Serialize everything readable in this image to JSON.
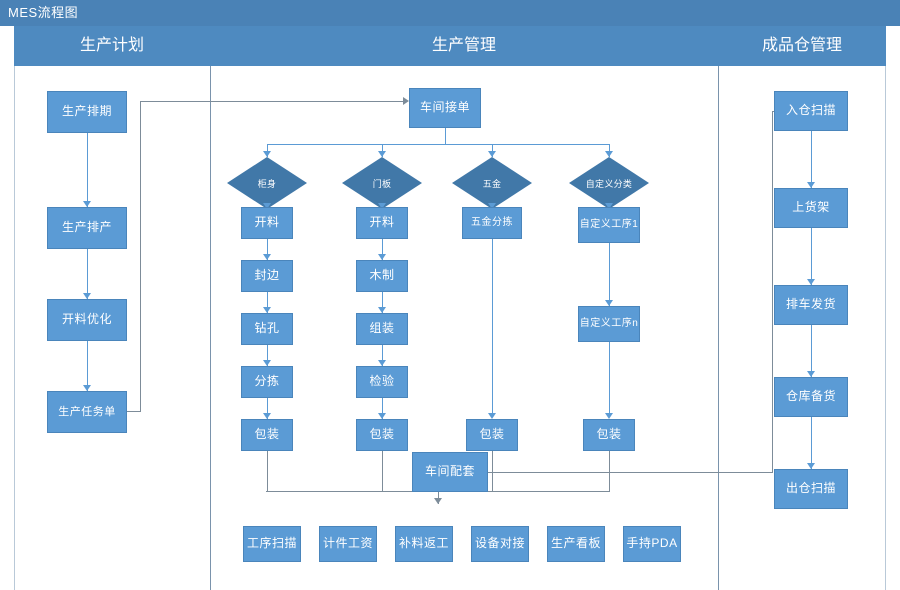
{
  "page": {
    "title": "MES流程图",
    "accent_dark": "#4A82B6",
    "accent_header": "#4E8AC0",
    "node_fill": "#5B9BD5",
    "diamond_fill": "#4178A8",
    "connector": "#5B9BD5",
    "canvas_bg": "#FFFFFF"
  },
  "columns": [
    {
      "label": "生产计划"
    },
    {
      "label": "生产管理"
    },
    {
      "label": "成品仓管理"
    }
  ],
  "production_plan": {
    "nodes": [
      {
        "label": "生产排期"
      },
      {
        "label": "生产排产"
      },
      {
        "label": "开料优化"
      },
      {
        "label": "生产任务单"
      }
    ]
  },
  "production_management": {
    "entry": {
      "label": "车间接单"
    },
    "decisions": [
      {
        "label": "柜身"
      },
      {
        "label": "门板"
      },
      {
        "label": "五金"
      },
      {
        "label": "自定义分类"
      }
    ],
    "lanes": [
      {
        "steps": [
          "开料",
          "封边",
          "钻孔",
          "分拣",
          "包装"
        ]
      },
      {
        "steps": [
          "开料",
          "木制",
          "组装",
          "检验",
          "包装"
        ]
      },
      {
        "steps": [
          "五金分拣",
          "包装"
        ]
      },
      {
        "steps": [
          "自定义工序1",
          "自定义工序n",
          "包装"
        ]
      }
    ],
    "merge": {
      "label": "车间配套"
    },
    "support": [
      {
        "label": "工序扫描"
      },
      {
        "label": "计件工资"
      },
      {
        "label": "补料返工"
      },
      {
        "label": "设备对接"
      },
      {
        "label": "生产看板"
      },
      {
        "label": "手持PDA"
      }
    ]
  },
  "warehouse_management": {
    "nodes": [
      {
        "label": "入仓扫描"
      },
      {
        "label": "上货架"
      },
      {
        "label": "排车发货"
      },
      {
        "label": "仓库备货"
      },
      {
        "label": "出仓扫描"
      }
    ]
  }
}
